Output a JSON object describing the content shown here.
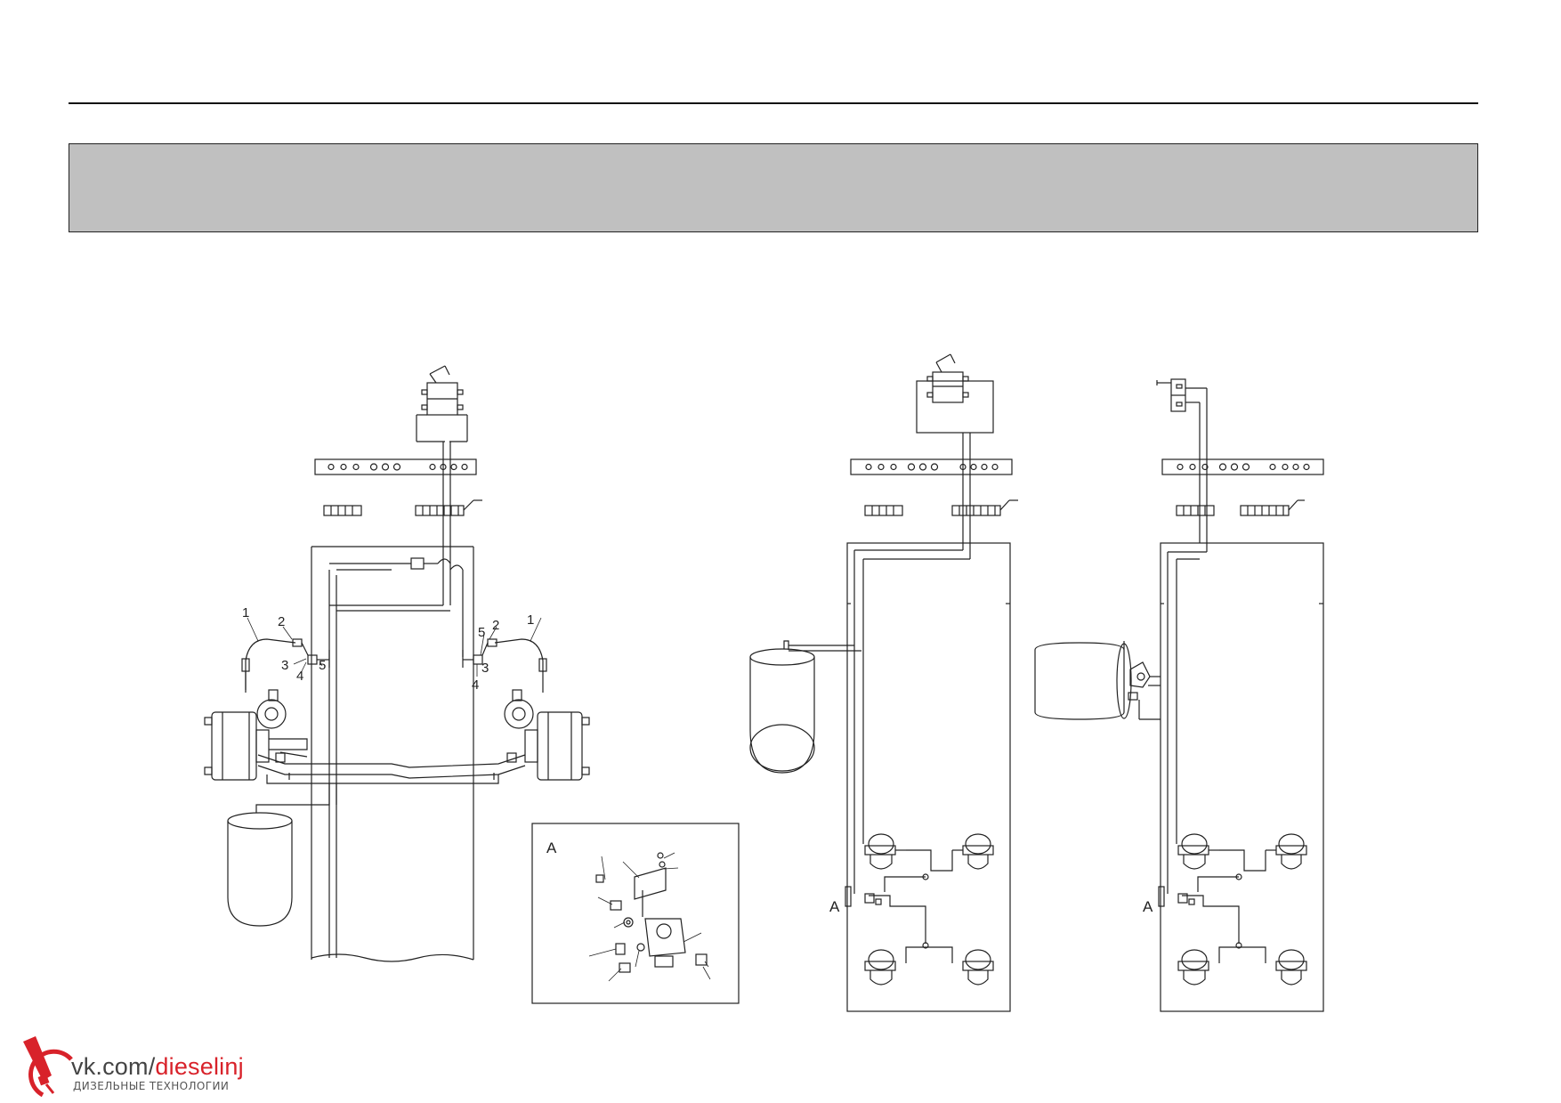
{
  "header": {
    "title": ""
  },
  "callouts": {
    "left_numbers": [
      "1",
      "2",
      "3",
      "4",
      "5"
    ],
    "right_numbers": [
      "5",
      "2",
      "1",
      "4",
      "3"
    ]
  },
  "view_labels": {
    "detail": "A",
    "mid": "A",
    "right": "A"
  },
  "watermark": {
    "url_prefix": "vk.com/",
    "url_accent": "dieselinj",
    "subtitle": "ДИЗЕЛЬНЫЕ ТЕХНОЛОГИИ",
    "accent_color": "#d8222a"
  },
  "colors": {
    "line": "#222222",
    "banner": "#c0c0c0"
  }
}
